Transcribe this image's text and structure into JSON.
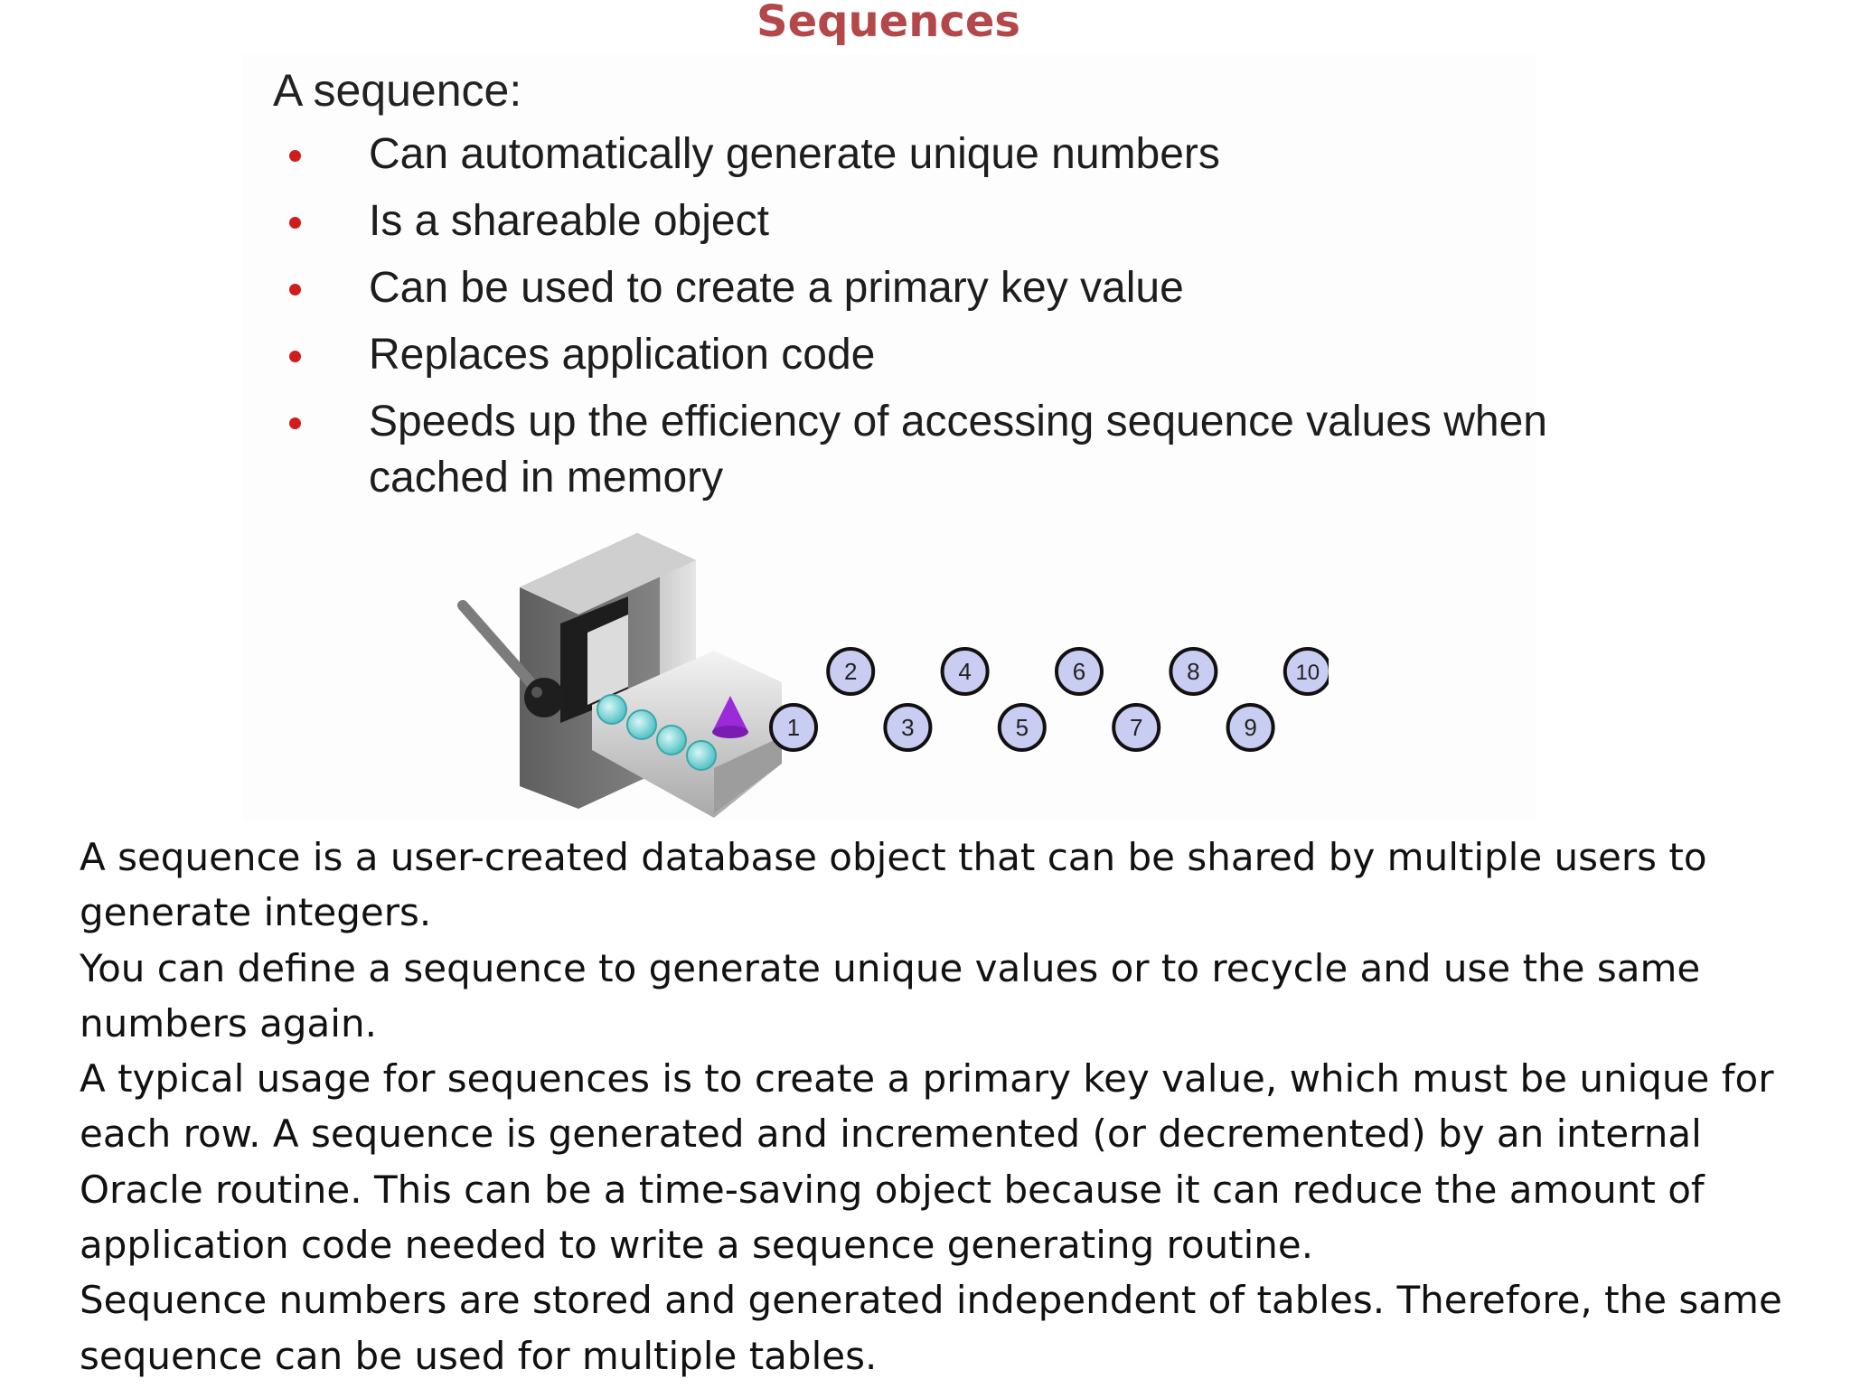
{
  "slide": {
    "title": "Sequences"
  },
  "figure": {
    "intro": "A sequence:",
    "bullets": [
      "Can automatically generate unique numbers",
      "Is a shareable object",
      "Can be used to create a primary key value",
      "Replaces application code",
      "Speeds up the efficiency of accessing sequence values when cached in memory"
    ],
    "diagram": {
      "numbers": [
        "1",
        "2",
        "3",
        "4",
        "5",
        "6",
        "7",
        "8",
        "9",
        "10"
      ]
    }
  },
  "body": {
    "paragraphs": [
      "A sequence is a user-created database object that can be shared by multiple users to generate integers.",
      "You can define a sequence to generate unique values or to recycle and use the same numbers again.",
      "A typical usage for sequences is to create a primary key value, which must be unique for each row. A sequence is generated and incremented (or decremented) by an internal Oracle routine. This can be a time-saving object because it can reduce the amount of application code needed to write a sequence generating routine.",
      "Sequence numbers are stored and generated independent of tables. Therefore, the same sequence can be used for multiple tables."
    ]
  },
  "colors": {
    "title": "#b4474a",
    "bullet": "#d11c1c",
    "number_fill": "#c9cdf2",
    "cone": "#9b2bd8",
    "roller": "#6fd0d3"
  }
}
